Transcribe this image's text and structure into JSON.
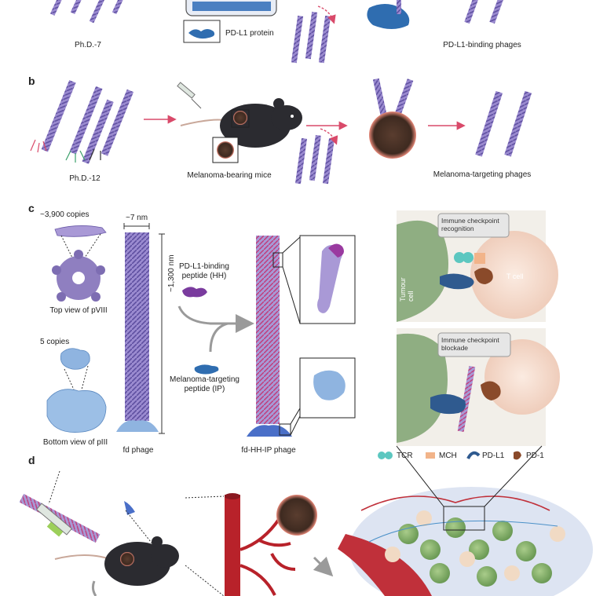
{
  "panels": {
    "b": "b",
    "c": "c",
    "d": "d"
  },
  "panel_a": {
    "library": "Ph.D.-7",
    "protein": "PD-L1 protein",
    "result": "PD-L1-binding phages"
  },
  "panel_b": {
    "library": "Ph.D.-12",
    "host": "Melanoma-bearing mice",
    "result": "Melanoma-targeting phages"
  },
  "panel_c": {
    "pviii_copies": "~3,900 copies",
    "pviii_view": "Top view of pVIII",
    "piii_copies": "5 copies",
    "piii_view": "Bottom view of pIII",
    "width": "~7 nm",
    "length": "~1,300 nm",
    "fd": "fd phage",
    "peptide_hh": "PD-L1-binding\npeptide (HH)",
    "peptide_ip": "Melanoma-targeting\npeptide (IP)",
    "fd_hh_ip": "fd-HH-IP phage",
    "recognition": "Immune checkpoint\nrecognition",
    "blockade": "Immune checkpoint\nblockade",
    "tumour": "Tumour\ncell",
    "tcell": "T cell"
  },
  "legend": [
    {
      "label": "TCR",
      "color": "#5cc7c0"
    },
    {
      "label": "MCH",
      "color": "#f2b48a"
    },
    {
      "label": "PD-L1",
      "color": "#2f5a8f"
    },
    {
      "label": "PD-1",
      "color": "#8a4a2a"
    }
  ],
  "colors": {
    "phage": "#8e7cc3",
    "phage_dark": "#5e4fa0",
    "protein_blue": "#2f6db0",
    "arrow_red": "#d94a6a",
    "mouse": "#2b2b30",
    "tumour": "#4a3328",
    "vessel": "#b8222a",
    "tumour_cell": "#8fbf6a",
    "tcell": "#f3d8c8"
  }
}
